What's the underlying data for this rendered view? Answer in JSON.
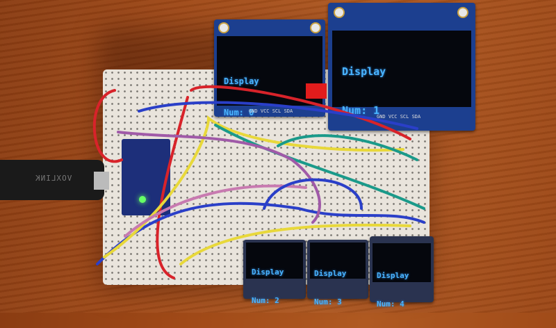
{
  "displays": [
    {
      "line1": "Display",
      "line2": "Num: 0"
    },
    {
      "line1": "Display",
      "line2": "Num: 1"
    },
    {
      "line1": "Display",
      "line2": "Num: 2"
    },
    {
      "line1": "Display",
      "line2": "Num: 3"
    },
    {
      "line1": "Display",
      "line2": "Num: 4"
    }
  ],
  "cable_brand": "VOXLINK",
  "pin_labels": "GND VCC SCL SDA",
  "colors": {
    "oled_text": "#49b3ff",
    "pcb": "#1c3f8f"
  }
}
